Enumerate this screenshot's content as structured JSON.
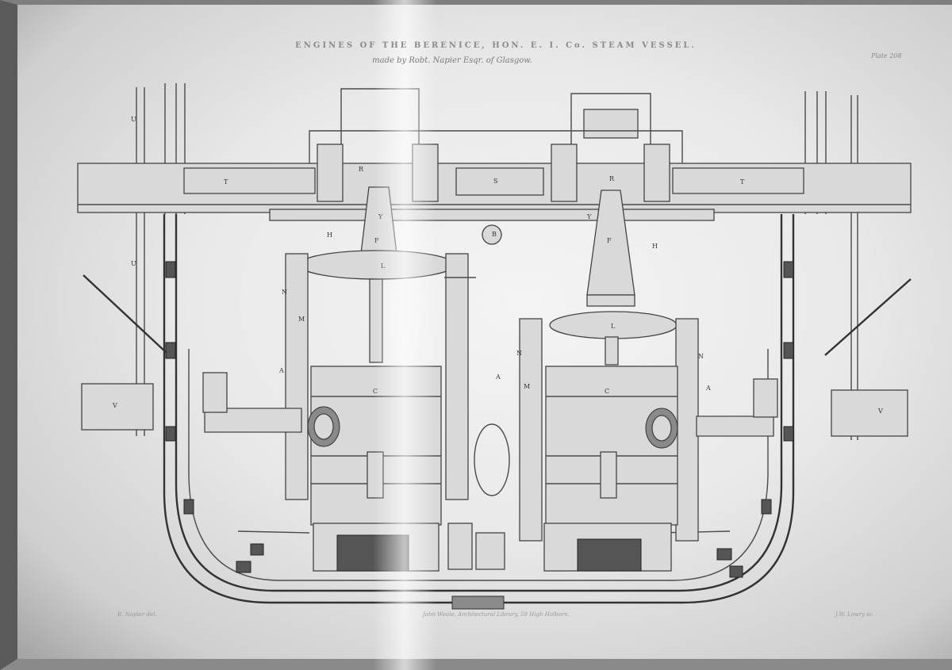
{
  "plate": {
    "title": "ENGINES OF THE BERENICE, HON. E. I. Co. STEAM VESSEL.",
    "subtitle": "made by Robt. Napier Esqr. of Glasgow.",
    "plate_number": "Plate 208"
  },
  "footer": {
    "draughtsman": "R. Napier del.",
    "publisher": "John Weale, Architectural Library, 59 High Holborn.",
    "engraver": "J.W. Lowry sc."
  },
  "drawing": {
    "reference_letters": [
      "U",
      "T",
      "S",
      "R",
      "Y",
      "F",
      "B",
      "L",
      "A",
      "C",
      "M",
      "N",
      "H",
      "V"
    ],
    "colors": {
      "paper": "#eeeeee",
      "ink": "#444444",
      "frame": "#5a5a5a"
    }
  }
}
